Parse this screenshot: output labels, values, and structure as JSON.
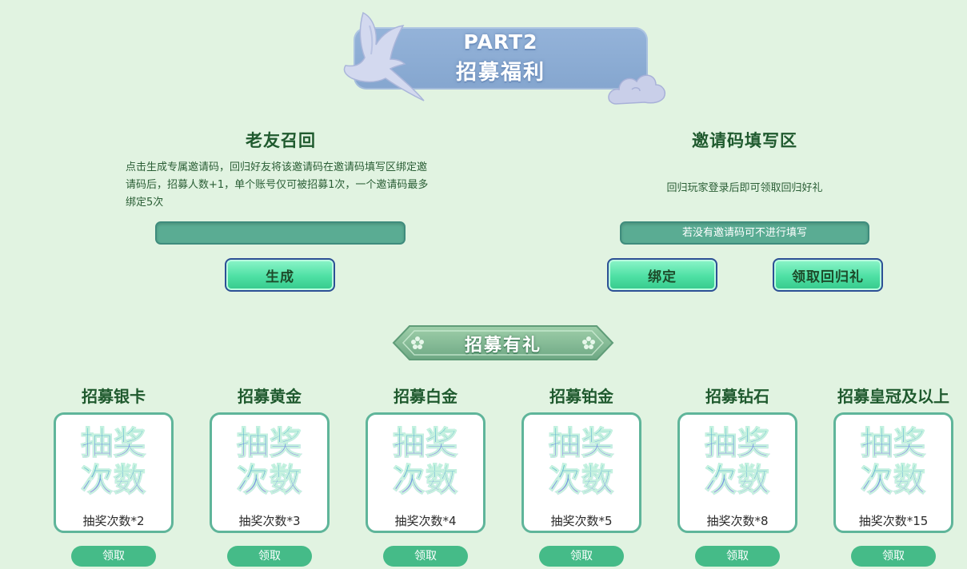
{
  "banner": {
    "part": "PART2",
    "title": "招募福利"
  },
  "friend_recall": {
    "title": "老友召回",
    "description": "点击生成专属邀请码，回归好友将该邀请码在邀请码填写区绑定邀请码后，招募人数+1，单个账号仅可被招募1次，一个邀请码最多绑定5次",
    "code_value": "",
    "generate_label": "生成"
  },
  "invite_area": {
    "title": "邀请码填写区",
    "description": "回归玩家登录后即可领取回归好礼",
    "input_placeholder": "若没有邀请码可不进行填写",
    "bind_label": "绑定",
    "claim_return_label": "领取回归礼"
  },
  "recruit": {
    "title": "招募有礼",
    "art_line1": "抽奖",
    "art_line2": "次数",
    "claim_label": "领取",
    "tiers": [
      {
        "title": "招募银卡",
        "reward": "抽奖次数*2"
      },
      {
        "title": "招募黄金",
        "reward": "抽奖次数*3"
      },
      {
        "title": "招募白金",
        "reward": "抽奖次数*4"
      },
      {
        "title": "招募铂金",
        "reward": "抽奖次数*5"
      },
      {
        "title": "招募钻石",
        "reward": "抽奖次数*8"
      },
      {
        "title": "招募皇冠及以上",
        "reward": "抽奖次数*15"
      }
    ]
  },
  "colors": {
    "background": "#e1f3e1",
    "banner": "#8aabd3",
    "button_green": "#4ee0a4",
    "claim_green": "#45bb88",
    "card_border": "#5fb59a",
    "title_green": "#1f5a2e"
  }
}
